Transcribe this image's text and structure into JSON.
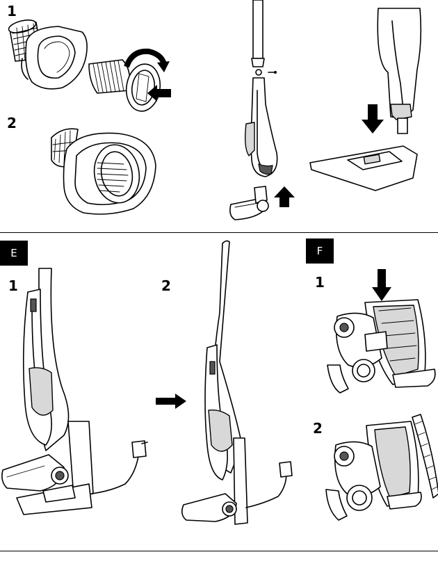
{
  "top_section": {
    "steps": [
      "1",
      "2"
    ]
  },
  "section_e": {
    "badge": "E",
    "steps": [
      "1",
      "2"
    ]
  },
  "section_f": {
    "badge": "F",
    "steps": [
      "1",
      "2"
    ]
  },
  "icons": {
    "arrow_right": "arrow-right-icon",
    "arrow_down": "arrow-down-icon",
    "arrow_up": "arrow-up-icon",
    "rotate": "rotate-arrow-icon"
  }
}
